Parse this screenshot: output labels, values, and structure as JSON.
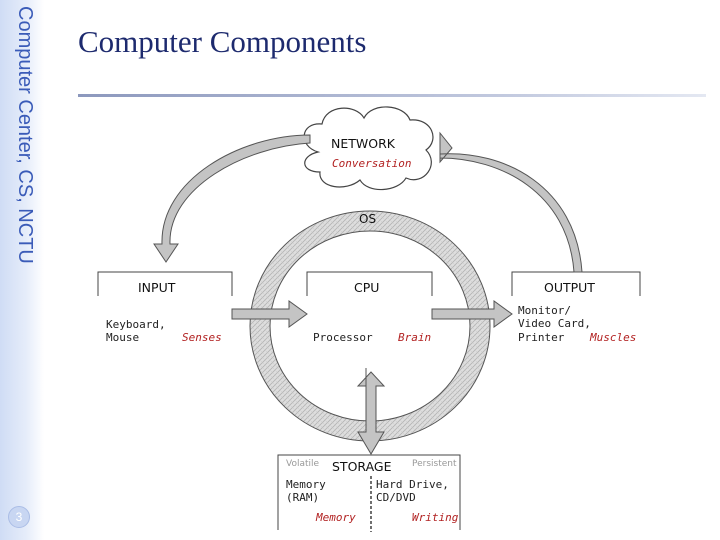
{
  "sidebar": {
    "vertical_text": "Computer Center, CS, NCTU",
    "page_number": "3"
  },
  "slide": {
    "title": "Computer Components"
  },
  "diagram": {
    "network": {
      "label": "NETWORK",
      "sublabel": "Conversation"
    },
    "os": {
      "label": "OS"
    },
    "input": {
      "label": "INPUT",
      "line1": "Keyboard,",
      "line2": "Mouse",
      "analogy": "Senses"
    },
    "cpu": {
      "label": "CPU",
      "line1": "Processor",
      "analogy": "Brain"
    },
    "output": {
      "label": "OUTPUT",
      "line1": "Monitor/",
      "line2": "Video Card,",
      "line3": "Printer",
      "analogy": "Muscles"
    },
    "storage": {
      "label": "STORAGE",
      "volatile": "Volatile",
      "persistent": "Persistent",
      "left_line1": "Memory",
      "left_line2": "(RAM)",
      "left_analogy": "Memory",
      "right_line1": "Hard Drive,",
      "right_line2": "CD/DVD",
      "right_analogy": "Writing"
    }
  },
  "colors": {
    "accent_blue": "#3a5bb8",
    "title": "#1d2a6e",
    "analogy_red": "#b22222"
  }
}
